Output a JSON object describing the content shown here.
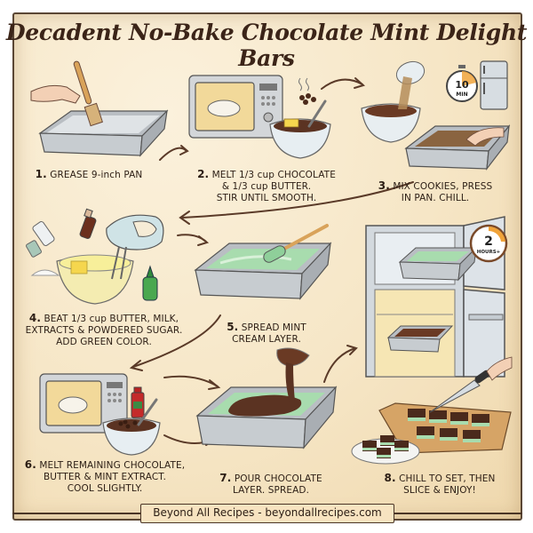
{
  "title": "Decadent No-Bake Chocolate Mint Delight Bars",
  "steps": [
    {
      "number": "1.",
      "text": "GREASE 9-inch PAN",
      "lines": [
        "GREASE 9-inch PAN"
      ]
    },
    {
      "number": "2.",
      "text": "MELT 1/3 cup CHOCOLATE & 1/3 cup BUTTER. STIR UNTIL SMOOTH.",
      "lines": [
        "MELT 1/3 cup CHOCOLATE",
        "& 1/3 cup BUTTER.",
        "STIR UNTIL SMOOTH."
      ]
    },
    {
      "number": "3.",
      "text": "MIX COOKIES, PRESS IN PAN. CHILL.",
      "lines": [
        "MIX COOKIES, PRESS",
        "IN PAN. CHILL."
      ]
    },
    {
      "number": "4.",
      "text": "BEAT 1/3 cup BUTTER, MILK, EXTRACTS & POWDERED SUGAR. ADD GREEN COLOR.",
      "lines": [
        "BEAT 1/3 cup BUTTER, MILK,",
        "EXTRACTS & POWDERED SUGAR.",
        "ADD GREEN COLOR."
      ]
    },
    {
      "number": "5.",
      "text": "SPREAD MINT CREAM LAYER.",
      "lines": [
        "SPREAD MINT",
        "CREAM LAYER."
      ]
    },
    {
      "number": "6.",
      "text": "MELT REMAINING CHOCOLATE, BUTTER & MINT EXTRACT. COOL SLIGHTLY.",
      "lines": [
        "MELT REMAINING CHOCOLATE,",
        "BUTTER & MINT EXTRACT.",
        "COOL SLIGHTLY."
      ]
    },
    {
      "number": "7.",
      "text": "POUR CHOCOLATE LAYER. SPREAD.",
      "lines": [
        "POUR CHOCOLATE",
        "LAYER. SPREAD."
      ]
    },
    {
      "number": "8.",
      "text": "CHILL TO SET, THEN SLICE & ENJOY!",
      "lines": [
        "CHILL TO SET, THEN",
        "SLICE & ENJOY!"
      ]
    }
  ],
  "timers": {
    "step3": {
      "value": "10",
      "unit": "MIN"
    },
    "fridge": {
      "value": "2",
      "unit": "HOURS+"
    }
  },
  "footer": "Beyond All Recipes - beyondallrecipes.com",
  "colors": {
    "parchment": "#f6e6c6",
    "ink": "#2b1d14",
    "chocolate": "#5b3322",
    "mint": "#a8dcae",
    "pan": "#c9cdd1",
    "timer_accent": "#f0a33a"
  },
  "icons": [
    "pastry-brush-icon",
    "baking-pan-icon",
    "microwave-icon",
    "mixing-bowl-icon",
    "chocolate-chips-icon",
    "butter-icon",
    "stopwatch-icon",
    "refrigerator-icon",
    "hand-mixer-icon",
    "green-food-coloring-icon",
    "spatula-icon",
    "mint-extract-bottle-icon",
    "cutting-board-icon",
    "knife-icon",
    "plate-icon",
    "arrow-icon"
  ]
}
